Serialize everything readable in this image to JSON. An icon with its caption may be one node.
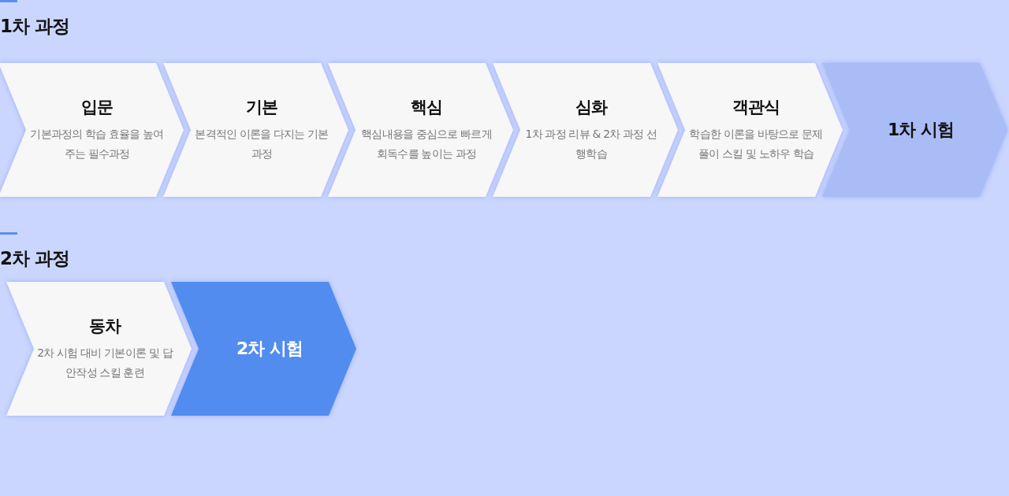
{
  "diagram": {
    "nodes": [
      {
        "text": [
          "입문",
          "기본과정의 학습 효율을 높여주는 필수과정"
        ]
      },
      {
        "text": [
          "기본",
          "본격적인 이론을 다지는 기본과정"
        ]
      },
      {
        "text": [
          "핵심",
          "핵심내용을 중심으로 빠르게 회독수를 높이는 과정"
        ]
      },
      {
        "text": [
          "심화",
          "1차 과정 리뷰 & 2차 과정 선행학습"
        ]
      },
      {
        "text": [
          "객관식",
          "학습한 이론을 바탕으로 문제풀이 스킬 및 노하우 학습"
        ]
      },
      {
        "text": [
          "1차 시험"
        ]
      },
      {
        "text": [
          "동차",
          "2차 시험 대비 기본이론 및 답안작성 스킬 훈련"
        ]
      },
      {
        "text": [
          "2차 시험"
        ]
      }
    ],
    "labels": [
      "1차 과정",
      "2차 과정"
    ]
  }
}
